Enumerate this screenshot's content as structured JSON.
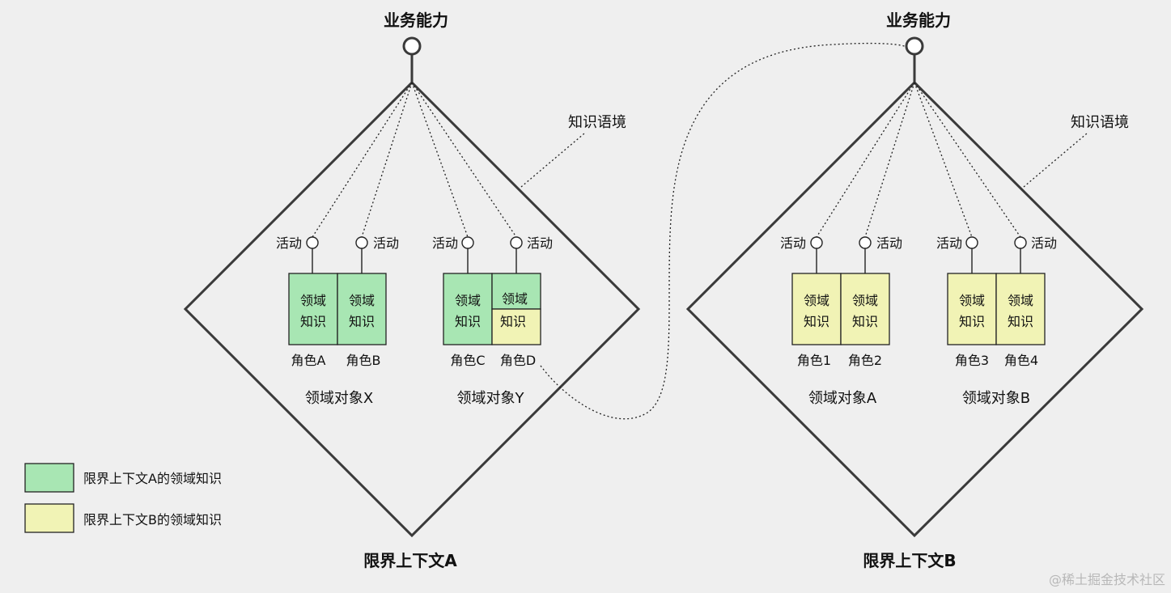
{
  "contexts": [
    {
      "capability_label": "业务能力",
      "context_note": "知识语境",
      "bounded_context_label": "限界上下文A",
      "activity_labels": [
        "活动",
        "活动",
        "活动",
        "活动"
      ],
      "objects": [
        {
          "label": "领域对象X",
          "roles": [
            "角色A",
            "角色B"
          ],
          "cells": [
            {
              "line1": "领域",
              "line2": "知识"
            },
            {
              "line1": "领域",
              "line2": "知识"
            }
          ]
        },
        {
          "label": "领域对象Y",
          "roles": [
            "角色C",
            "角色D"
          ],
          "cells": [
            {
              "line1": "领域",
              "line2": "知识"
            },
            {
              "line1": "领域",
              "line2": "知识"
            }
          ]
        }
      ]
    },
    {
      "capability_label": "业务能力",
      "context_note": "知识语境",
      "bounded_context_label": "限界上下文B",
      "activity_labels": [
        "活动",
        "活动",
        "活动",
        "活动"
      ],
      "objects": [
        {
          "label": "领域对象A",
          "roles": [
            "角色1",
            "角色2"
          ],
          "cells": [
            {
              "line1": "领域",
              "line2": "知识"
            },
            {
              "line1": "领域",
              "line2": "知识"
            }
          ]
        },
        {
          "label": "领域对象B",
          "roles": [
            "角色3",
            "角色4"
          ],
          "cells": [
            {
              "line1": "领域",
              "line2": "知识"
            },
            {
              "line1": "领域",
              "line2": "知识"
            }
          ]
        }
      ]
    }
  ],
  "legend": [
    {
      "label": "限界上下文A的领域知识",
      "color": "#a8e6b3"
    },
    {
      "label": "限界上下文B的领域知识",
      "color": "#f1f3b5"
    }
  ],
  "colors": {
    "context_a_knowledge": "#a8e6b3",
    "context_b_knowledge": "#f1f3b5"
  },
  "watermark": "@稀土掘金技术社区"
}
